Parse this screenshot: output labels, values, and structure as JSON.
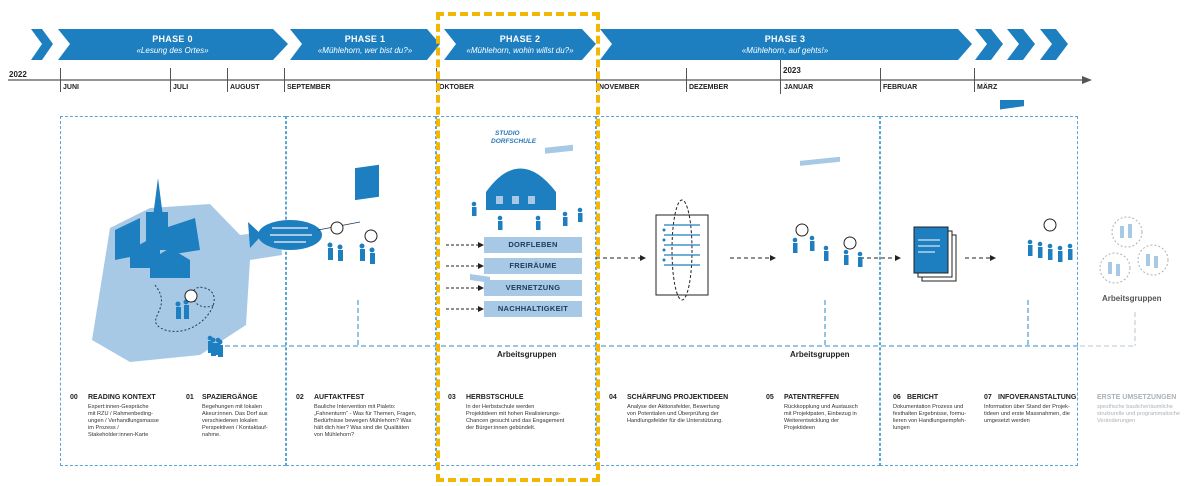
{
  "colors": {
    "primary": "#1d7fc0",
    "light": "#a8c9e6",
    "highlight": "#f2b705",
    "dash": "#5ba5d3",
    "muted": "#aab2b8"
  },
  "phases": [
    {
      "title": "PHASE 0",
      "subtitle": "«Lesung des Ortes»"
    },
    {
      "title": "PHASE 1",
      "subtitle": "«Mühlehorn, wer bist du?»"
    },
    {
      "title": "PHASE 2",
      "subtitle": "«Mühlehorn, wohin willst du?»"
    },
    {
      "title": "PHASE 3",
      "subtitle": "«Mühlehorn, auf gehts!»"
    }
  ],
  "timeline": {
    "years": [
      "2022",
      "2023"
    ],
    "months": [
      "JUNI",
      "JULI",
      "AUGUST",
      "SEPTEMBER",
      "OKTOBER",
      "NOVEMBER",
      "DEZEMBER",
      "JANUAR",
      "FEBRUAR",
      "MÄRZ"
    ]
  },
  "studio_label": [
    "STUDIO",
    "DORFSCHULE"
  ],
  "themes": [
    "DORFLEBEN",
    "FREIRÄUME",
    "VERNETZUNG",
    "NACHHALTIGKEIT"
  ],
  "arbeitsgruppen": "Arbeitsgruppen",
  "steps": [
    {
      "num": "00",
      "title": "READING KONTEXT",
      "desc": [
        "Expert:innen-Gespräche",
        "mit RZU / Rahmenbeding-",
        "ungen / Verhandlungsmasse",
        "im Prozess /",
        "Stakeholder:innen-Karte"
      ]
    },
    {
      "num": "01",
      "title": "SPAZIERGÄNGE",
      "desc": [
        "Begehungen mit lokalen",
        "Akeur:innen. Das Dorf aus",
        "verschiedenen lokalen",
        "Perspektiven / Kontaktauf-",
        "nahme."
      ]
    },
    {
      "num": "02",
      "title": "AUFTAKTFEST",
      "desc": [
        "Bauliche Intervention mit Pialeto:",
        "„Fahnenturm“ - Was für Themen, Fragen,",
        "Bedürfnisse bewegen Mühlehorn? Was",
        "hält dich hier? Was sind die Qualitäten",
        "von Mühlehorn?"
      ]
    },
    {
      "num": "03",
      "title": "HERBSTSCHULE",
      "desc": [
        "In der Herbstschule werden",
        "Projektideen mit hohen Realisierungs-",
        "Chancen gesucht und das Engagement",
        "der Bürger:innen gebündelt."
      ]
    },
    {
      "num": "04",
      "title": "SCHÄRFUNG PROJEKTIDEEN",
      "desc": [
        "Analyse der Aktionsfelder, Bewertung",
        "von Potentialen und Überprüfung der",
        "Handlungsfelder für die Unterstützung."
      ]
    },
    {
      "num": "05",
      "title": "PATENTREFFEN",
      "desc": [
        "Rückkopplung und Austausch",
        "mit Projektpaten, Einbezug in",
        "Weiterentwicklung der",
        "Projektideen"
      ]
    },
    {
      "num": "06",
      "title": "BERICHT",
      "desc": [
        "Dokumentation Prozess und",
        "festhalten Ergebnisse, formu-",
        "lieren von Handlungsempfeh-",
        "lungen"
      ]
    },
    {
      "num": "07",
      "title": "INFOVERANSTALTUNG",
      "desc": [
        "Information über Stand der Projek-",
        "tideen und erste Massnahmen, die",
        "umgesetzt werden"
      ]
    },
    {
      "num": "",
      "title": "ERSTE UMSETZUNGEN",
      "desc": [
        "spezifische bauliche/räumliche",
        "strukturelle und programmatische",
        "Veränderungen"
      ]
    }
  ]
}
